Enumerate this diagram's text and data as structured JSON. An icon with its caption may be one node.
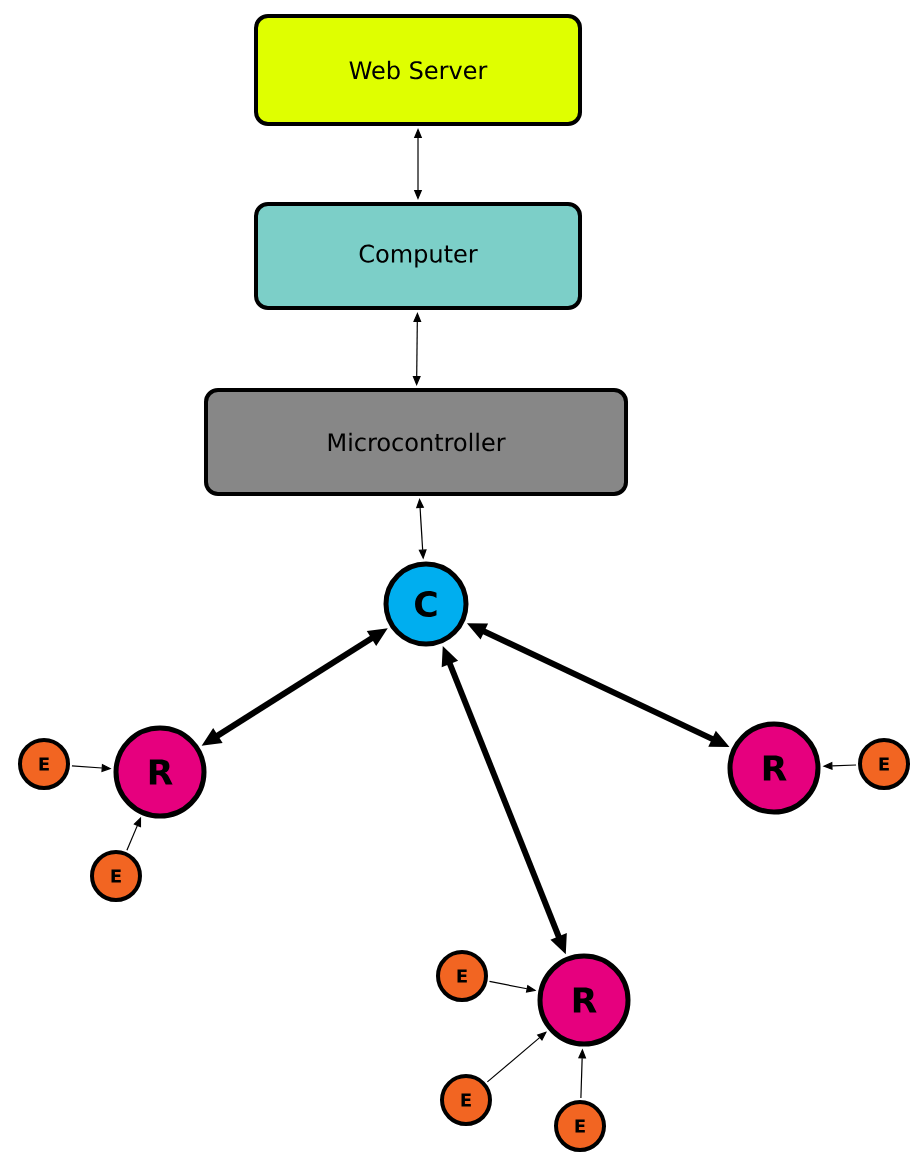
{
  "diagram": {
    "nodes": [
      {
        "text": [
          "Web Server"
        ]
      },
      {
        "text": [
          "Computer"
        ]
      },
      {
        "text": [
          "Microcontroller"
        ]
      },
      {
        "text": [
          "C"
        ]
      },
      {
        "text": [
          "R"
        ]
      },
      {
        "text": [
          "E"
        ]
      },
      {
        "text": [
          "E"
        ]
      },
      {
        "text": [
          "R"
        ]
      },
      {
        "text": [
          "E"
        ]
      },
      {
        "text": [
          "R"
        ]
      },
      {
        "text": [
          "E"
        ]
      },
      {
        "text": [
          "E"
        ]
      },
      {
        "text": [
          "E"
        ]
      }
    ],
    "edges": [
      {
        "from": 0,
        "to": 1,
        "arrow": "both"
      },
      {
        "from": 1,
        "to": 2,
        "arrow": "both"
      },
      {
        "from": 2,
        "to": 3,
        "arrow": "both"
      },
      {
        "from": 3,
        "to": 4,
        "arrow": "both",
        "style": "thick"
      },
      {
        "from": 3,
        "to": 7,
        "arrow": "both",
        "style": "thick"
      },
      {
        "from": 3,
        "to": 9,
        "arrow": "both",
        "style": "thick"
      },
      {
        "from": 5,
        "to": 4,
        "arrow": "to"
      },
      {
        "from": 6,
        "to": 4,
        "arrow": "to"
      },
      {
        "from": 8,
        "to": 7,
        "arrow": "to"
      },
      {
        "from": 10,
        "to": 9,
        "arrow": "to"
      },
      {
        "from": 11,
        "to": 9,
        "arrow": "to"
      },
      {
        "from": 12,
        "to": 9,
        "arrow": "to"
      }
    ]
  }
}
